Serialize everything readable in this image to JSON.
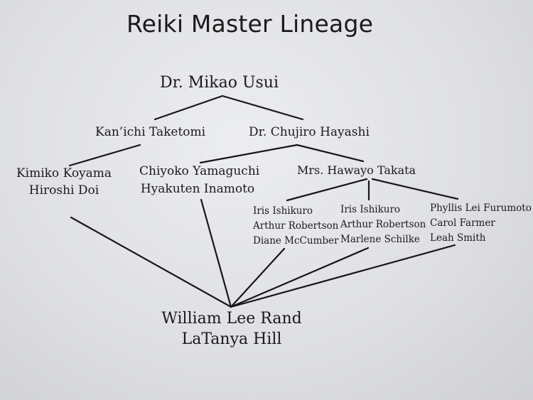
{
  "title": "Reiki Master Lineage",
  "nodes": {
    "usui": "Dr. Mikao Usui",
    "taketomi": "Kan’ichi Taketomi",
    "hayashi": "Dr. Chujiro Hayashi",
    "koyama": "Kimiko Koyama",
    "doi": "Hiroshi Doi",
    "yamaguchi": "Chiyoko Yamaguchi",
    "inamoto": "Hyakuten Inamoto",
    "takata": "Mrs. Hawayo Takata",
    "group1": [
      "Iris Ishikuro",
      "Arthur Robertson",
      "Diane McCumber"
    ],
    "group2": [
      "Iris Ishikuro",
      "Arthur Robertson",
      "Marlene Schilke"
    ],
    "group3": [
      "Phyllis Lei Furumoto",
      "Carol Farmer",
      "Leah Smith"
    ],
    "rand": "William Lee Rand",
    "hill": "LaTanya  Hill"
  }
}
